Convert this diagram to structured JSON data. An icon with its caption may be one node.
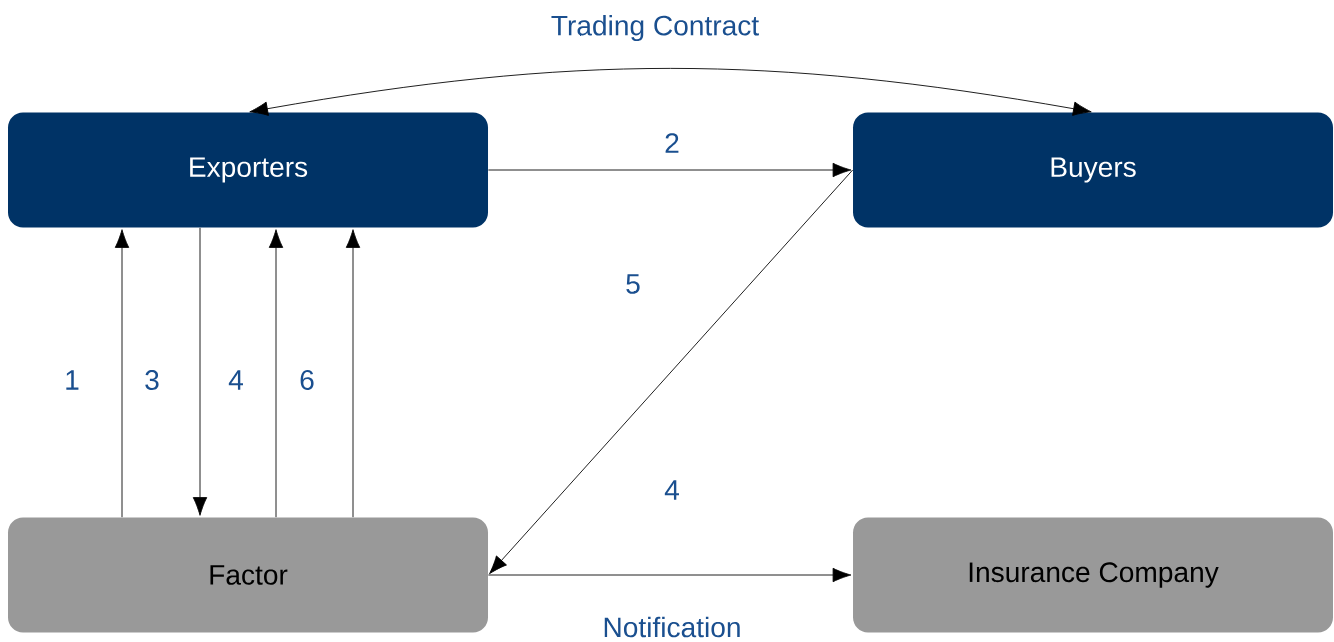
{
  "diagram": {
    "nodes": [
      {
        "text": [
          "Exporters"
        ]
      },
      {
        "text": [
          "Buyers"
        ]
      },
      {
        "text": [
          "Factor"
        ]
      },
      {
        "text": [
          "Insurance Company"
        ]
      }
    ],
    "edges": [
      {
        "from": 0,
        "to": 1,
        "arrow": "both",
        "label": "Trading Contract"
      },
      {
        "from": 0,
        "to": 1,
        "arrow": "to",
        "label": "2"
      },
      {
        "from": 2,
        "to": 0,
        "arrow": "to",
        "label": "1"
      },
      {
        "from": 0,
        "to": 2,
        "arrow": "to",
        "label": "3"
      },
      {
        "from": 2,
        "to": 0,
        "arrow": "to",
        "label": "4"
      },
      {
        "from": 2,
        "to": 0,
        "arrow": "to",
        "label": "6"
      },
      {
        "from": 1,
        "to": 2,
        "arrow": "to",
        "label": "5"
      },
      {
        "from": 2,
        "to": 3,
        "arrow": "to",
        "label": "4"
      }
    ],
    "labels": [
      "Notification"
    ]
  }
}
